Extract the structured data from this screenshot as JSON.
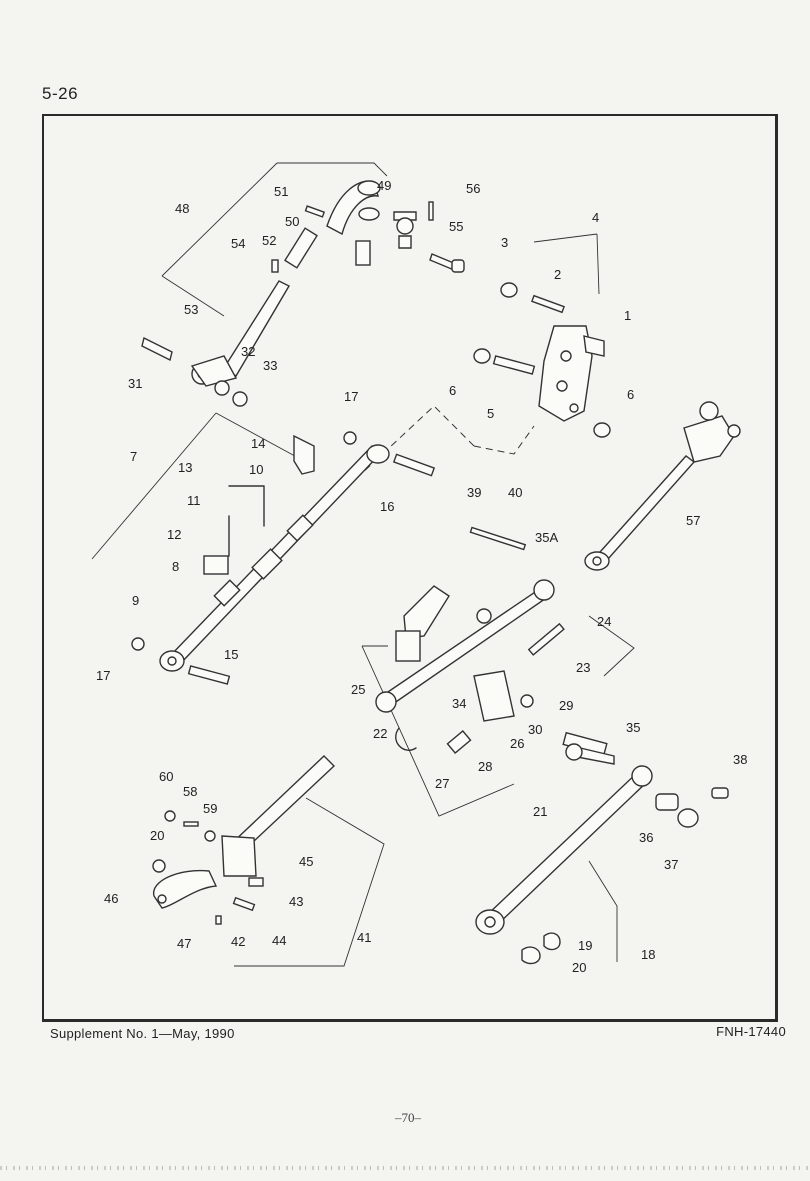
{
  "header": {
    "page_number": "5-26"
  },
  "footer": {
    "supplement": "Supplement  No. 1—May, 1990",
    "doc_code": "FNH-17440",
    "sheet": "–70–"
  },
  "callouts": [
    "1",
    "2",
    "3",
    "4",
    "5",
    "6",
    "6",
    "7",
    "8",
    "9",
    "10",
    "11",
    "12",
    "13",
    "14",
    "15",
    "16",
    "17",
    "17",
    "18",
    "19",
    "20",
    "20",
    "21",
    "22",
    "23",
    "24",
    "25",
    "26",
    "27",
    "28",
    "29",
    "30",
    "31",
    "32",
    "33",
    "34",
    "35",
    "35A",
    "36",
    "37",
    "38",
    "39",
    "40",
    "41",
    "42",
    "43",
    "44",
    "45",
    "46",
    "47",
    "48",
    "49",
    "50",
    "51",
    "52",
    "53",
    "54",
    "55",
    "56",
    "57",
    "58",
    "59",
    "60"
  ]
}
